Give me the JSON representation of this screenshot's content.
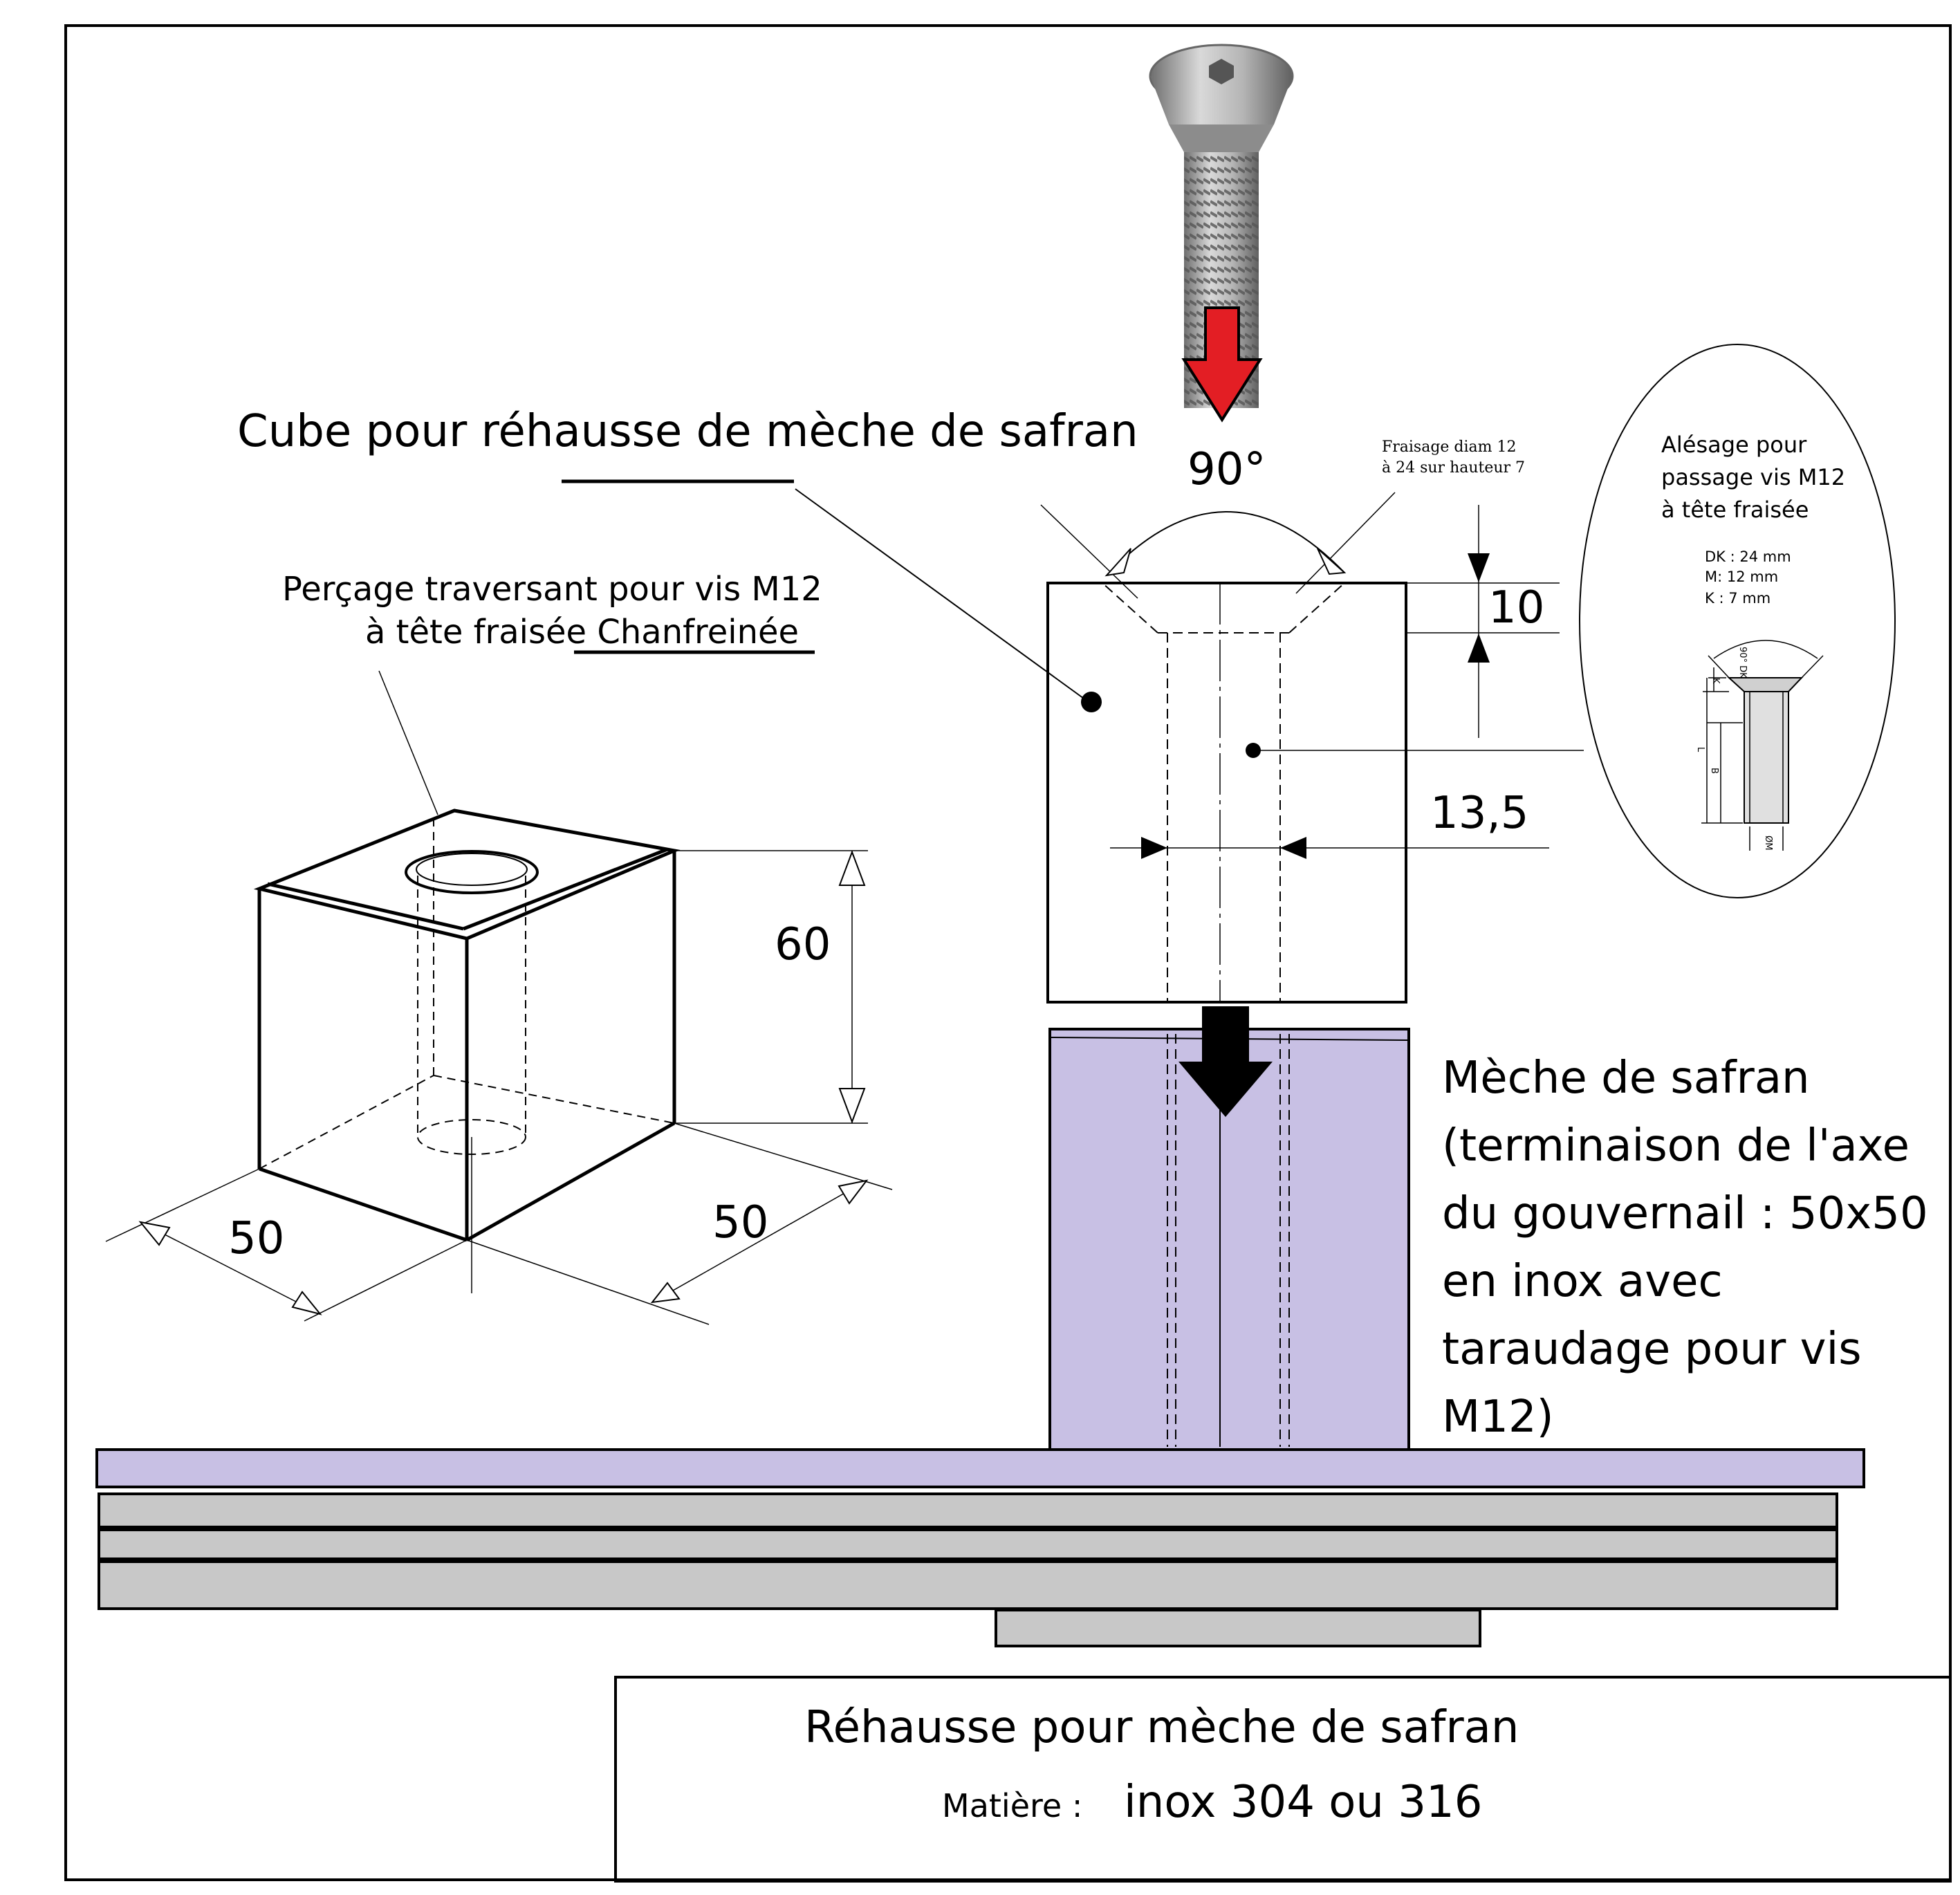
{
  "labels": {
    "cube_title": "Cube pour réhausse de mèche de safran",
    "drill_line1": "Perçage traversant pour vis M12",
    "drill_line2": "à tête fraisée Chanfreinée",
    "angle": "90°",
    "milling_line1": "Fraisage diam 12",
    "milling_line2": "à 24 sur hauteur 7",
    "bore_line1": "Alésage pour",
    "bore_line2": "passage vis M12",
    "bore_line3": "à tête fraisée",
    "dk": "DK : 24 mm",
    "m": "M: 12 mm",
    "k": "K : 7 mm",
    "dim_height": "60",
    "dim_width_left": "50",
    "dim_width_right": "50",
    "dim_head": "10",
    "dim_bore": "13,5",
    "stock_line1": "Mèche de safran",
    "stock_line2": "(terminaison de l'axe",
    "stock_line3": "du gouvernail : 50x50",
    "stock_line4": "en inox avec",
    "stock_line5": "taraudage pour vis",
    "stock_line6": "M12)",
    "title_block": "Réhausse pour mèche de safran",
    "material_label": "Matière :",
    "material_value": "inox 304 ou 316",
    "schematic_dk": "90° DK",
    "schematic_l": "L",
    "schematic_b": "B",
    "schematic_k": "K",
    "schematic_m": "ØM"
  },
  "colors": {
    "stock_fill": "#c8c0e4",
    "plate_fill": "#c8c8c8",
    "arrow_red": "#e31e24",
    "line": "#000000",
    "screw": "#9a9a9a"
  },
  "icons": {
    "screw": "countersunk-hex-screw-icon",
    "down_arrow_red": "red-down-arrow-icon",
    "down_arrow_black": "black-down-arrow-icon"
  }
}
